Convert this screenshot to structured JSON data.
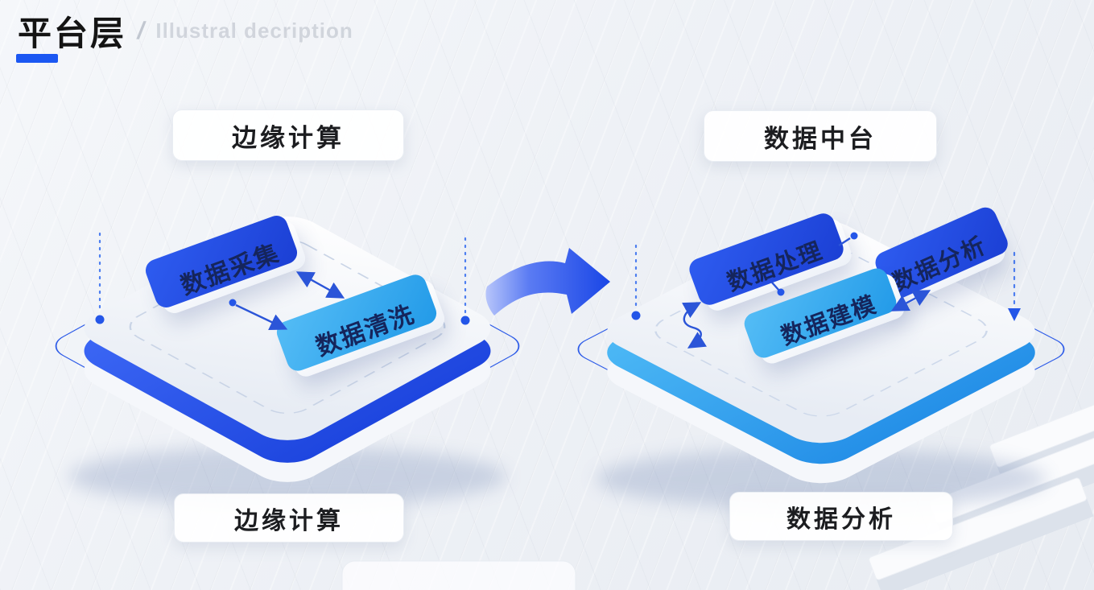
{
  "page": {
    "title": "平台层",
    "separator": "/",
    "subtitle": "Illustral decription"
  },
  "platforms": {
    "left": {
      "top_label": "边缘计算",
      "bottom_label": "边缘计算",
      "cards": [
        "数据采集",
        "数据清洗"
      ]
    },
    "right": {
      "top_label": "数据中台",
      "bottom_label": "数据分析",
      "cards": [
        "数据处理",
        "数据分析",
        "数据建模"
      ]
    }
  },
  "colors": {
    "primary_blue": "#2e5cf0",
    "cyan_blue": "#38a8f0",
    "underline_blue": "#1b57f2",
    "connector_blue": "#2b55d8",
    "card_text_navy": "#15255c",
    "title_text": "#141414"
  }
}
